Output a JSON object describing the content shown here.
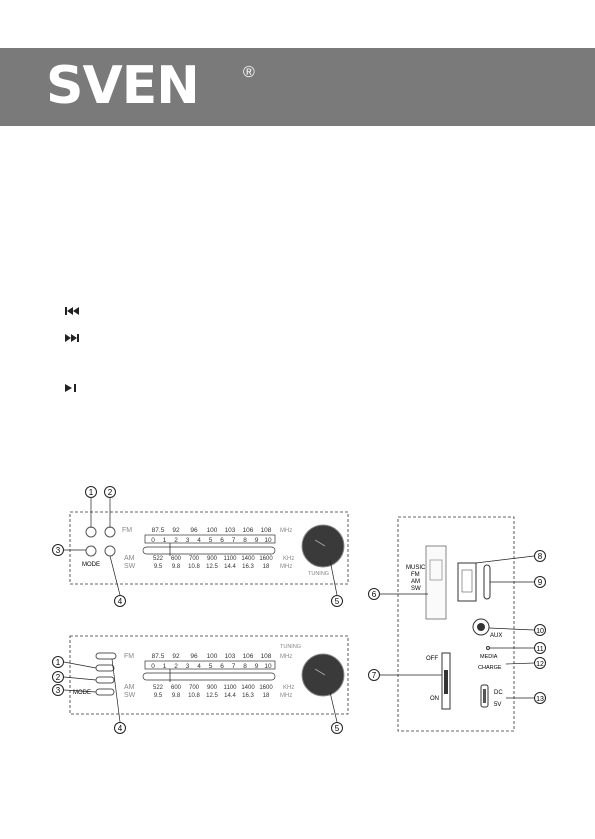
{
  "brand": {
    "logo": "SVEN",
    "registered": "®"
  },
  "icons": [
    "prev-track-icon",
    "next-track-icon",
    "play-pause-icon"
  ],
  "panel_top": {
    "fm_label": "FM",
    "am_label": "AM",
    "sw_label": "SW",
    "mhz_label": "MHz",
    "khz_label": "KHz",
    "mhz_label2": "MHz",
    "mode_label": "MODE",
    "tuning_label": "TUNING",
    "fm_scale": [
      "87.5",
      "92",
      "96",
      "100",
      "103",
      "106",
      "108"
    ],
    "digits": [
      "0",
      "1",
      "2",
      "3",
      "4",
      "5",
      "6",
      "7",
      "8",
      "9",
      "10"
    ],
    "am_scale": [
      "522",
      "600",
      "700",
      "900",
      "1100",
      "1400",
      "1600"
    ],
    "sw_scale": [
      "9.5",
      "9.8",
      "10.8",
      "12.5",
      "14.4",
      "16.3",
      "18"
    ]
  },
  "panel_bottom": {
    "fm_label": "FM",
    "am_label": "AM",
    "sw_label": "SW",
    "tuning_label": "TUNING",
    "mhz_label": "MHz",
    "khz_label": "KHz",
    "mhz_label2": "MHz",
    "mode_label": "MODE"
  },
  "side_panel": {
    "music": "MUSIC",
    "fm": "FM",
    "am": "AM",
    "sw": "SW",
    "off": "OFF",
    "on": "ON",
    "aux": "AUX",
    "media": "MEDIA",
    "charge": "CHARGE",
    "dc": "DC",
    "v5": "5V"
  },
  "callouts": [
    "1",
    "2",
    "3",
    "4",
    "5",
    "6",
    "7",
    "8",
    "9",
    "10",
    "11",
    "12",
    "13"
  ]
}
